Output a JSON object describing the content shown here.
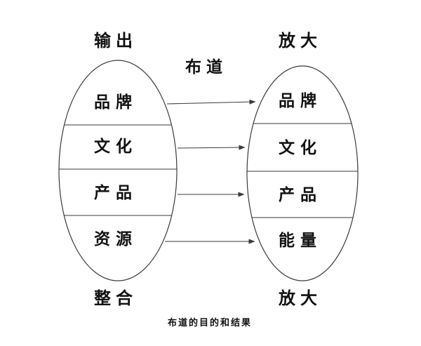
{
  "diagram": {
    "center_label": "布道",
    "caption": "布道的目的和结果",
    "left": {
      "top_label": "输出",
      "bottom_label": "整合",
      "items": [
        "品牌",
        "文化",
        "产品",
        "资源"
      ]
    },
    "right": {
      "top_label": "放大",
      "bottom_label": "放大",
      "items": [
        "品牌",
        "文化",
        "产品",
        "能量"
      ]
    },
    "connections": [
      {
        "from": "品牌",
        "to": "品牌"
      },
      {
        "from": "文化",
        "to": "文化"
      },
      {
        "from": "产品",
        "to": "产品"
      },
      {
        "from": "资源",
        "to": "能量"
      }
    ],
    "colors": {
      "stroke": "#3a3a3a",
      "text": "#111111",
      "background": "#ffffff"
    }
  }
}
